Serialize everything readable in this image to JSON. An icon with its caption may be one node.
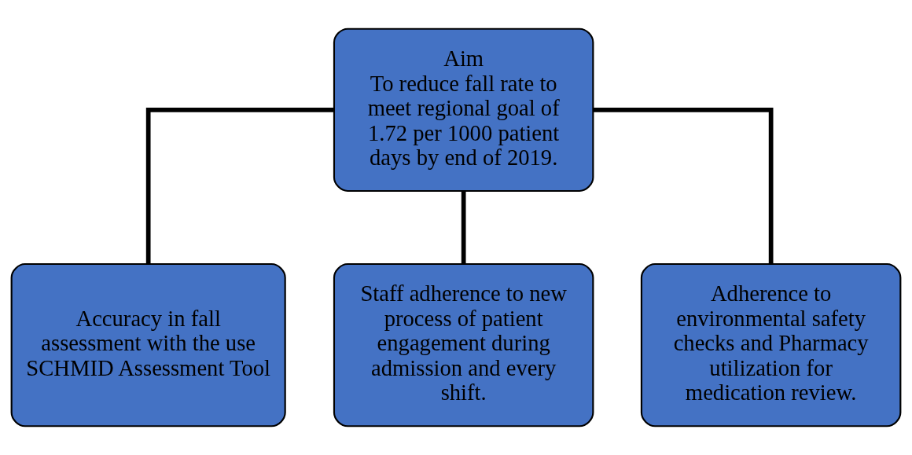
{
  "diagram": {
    "nodes": [
      {
        "text": [
          "Aim",
          "To reduce fall rate to meet regional goal of 1.72 per 1000 patient days by end of 2019."
        ]
      },
      {
        "text": [
          "Accuracy in fall assessment with the use SCHMID Assessment Tool"
        ]
      },
      {
        "text": [
          "Staff adherence to new process of patient engagement during admission and every shift."
        ]
      },
      {
        "text": [
          "Adherence to environmental safety checks and Pharmacy utilization for medication review."
        ]
      }
    ],
    "edges": [
      {
        "from": 0,
        "to": 1,
        "arrow": "none"
      },
      {
        "from": 0,
        "to": 2,
        "arrow": "none"
      },
      {
        "from": 0,
        "to": 3,
        "arrow": "none"
      }
    ]
  }
}
